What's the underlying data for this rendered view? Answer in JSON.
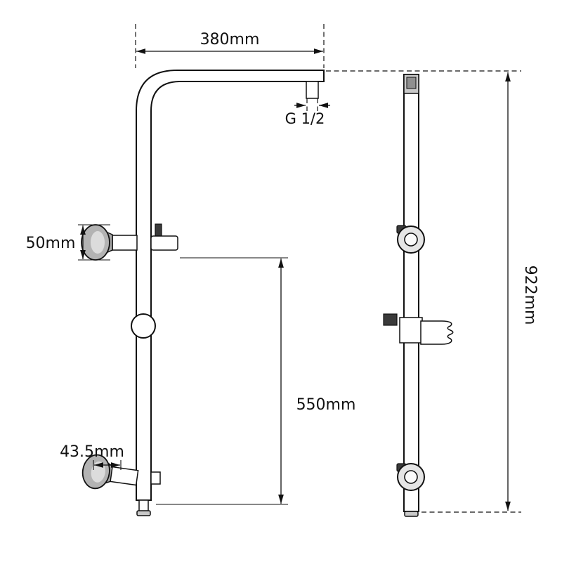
{
  "diagram": {
    "labels": {
      "arm_length": "380mm",
      "thread_size": "G 1/2",
      "top_holder_diameter": "50mm",
      "lower_section_length": "550mm",
      "bottom_holder_diameter": "43.5mm",
      "overall_height": "922mm"
    },
    "colors": {
      "line": "#111111",
      "background": "#ffffff",
      "metal_shade": "#b3b3b3",
      "dark_part": "#3a3a3a"
    }
  }
}
